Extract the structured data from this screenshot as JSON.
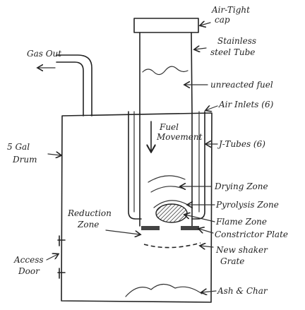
{
  "labels": {
    "air_tight_cap_1": "Air-Tight",
    "air_tight_cap_2": "cap",
    "stainless_1": "Stainless",
    "stainless_2": "steel Tube",
    "unreacted_fuel": "unreacted fuel",
    "air_inlets": "Air Inlets (6)",
    "gas_out": "Gas Out",
    "drum_1": "5 Gal",
    "drum_2": "Drum",
    "fuel_movement_1": "Fuel",
    "fuel_movement_2": "Movement",
    "j_tubes": "J-Tubes (6)",
    "drying_zone": "Drying Zone",
    "pyrolysis_zone": "Pyrolysis Zone",
    "flame_zone": "Flame Zone",
    "constrictor_plate": "Constrictor Plate",
    "reduction_zone_1": "Reduction",
    "reduction_zone_2": "Zone",
    "shaker_grate_1": "New shaker",
    "shaker_grate_2": "Grate",
    "access_door_1": "Access",
    "access_door_2": "Door",
    "ash_char": "Ash & Char"
  }
}
